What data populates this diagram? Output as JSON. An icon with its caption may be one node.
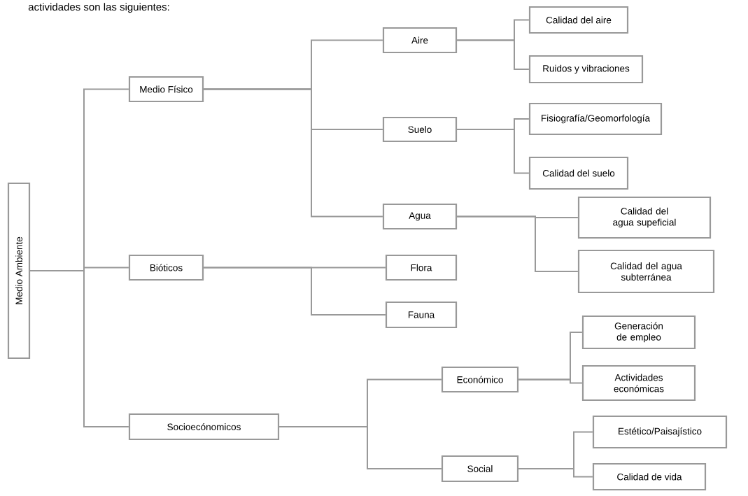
{
  "diagram": {
    "nodes": [
      {
        "text": [
          "Medio Ambiente"
        ]
      },
      {
        "text": [
          "Medio Físico"
        ]
      },
      {
        "text": [
          "Bióticos"
        ]
      },
      {
        "text": [
          "Socioecónomicos"
        ]
      },
      {
        "text": [
          "Aire"
        ]
      },
      {
        "text": [
          "Suelo"
        ]
      },
      {
        "text": [
          "Agua"
        ]
      },
      {
        "text": [
          "Flora"
        ]
      },
      {
        "text": [
          "Fauna"
        ]
      },
      {
        "text": [
          "Económico"
        ]
      },
      {
        "text": [
          "Social"
        ]
      },
      {
        "text": [
          "Calidad del aire"
        ]
      },
      {
        "text": [
          "Ruidos y vibraciones"
        ]
      },
      {
        "text": [
          "Fisiografía/Geomorfología"
        ]
      },
      {
        "text": [
          "Calidad del suelo"
        ]
      },
      {
        "text": [
          "Calidad del agua supeficial"
        ]
      },
      {
        "text": [
          "Calidad del agua subterránea"
        ]
      },
      {
        "text": [
          "Generación de empleo"
        ]
      },
      {
        "text": [
          "Actividades económicas"
        ]
      },
      {
        "text": [
          "Estético/Paisajístico"
        ]
      },
      {
        "text": [
          "Calidad de vida"
        ]
      }
    ],
    "edges": [
      {
        "from": 0,
        "to": 1,
        "arrow": "none"
      },
      {
        "from": 0,
        "to": 2,
        "arrow": "none"
      },
      {
        "from": 0,
        "to": 3,
        "arrow": "none"
      },
      {
        "from": 1,
        "to": 4,
        "arrow": "none"
      },
      {
        "from": 1,
        "to": 5,
        "arrow": "none"
      },
      {
        "from": 1,
        "to": 6,
        "arrow": "none"
      },
      {
        "from": 2,
        "to": 7,
        "arrow": "none"
      },
      {
        "from": 2,
        "to": 8,
        "arrow": "none"
      },
      {
        "from": 3,
        "to": 9,
        "arrow": "none"
      },
      {
        "from": 3,
        "to": 10,
        "arrow": "none"
      },
      {
        "from": 4,
        "to": 11,
        "arrow": "none"
      },
      {
        "from": 4,
        "to": 12,
        "arrow": "none"
      },
      {
        "from": 5,
        "to": 13,
        "arrow": "none"
      },
      {
        "from": 5,
        "to": 14,
        "arrow": "none"
      },
      {
        "from": 6,
        "to": 15,
        "arrow": "none"
      },
      {
        "from": 6,
        "to": 16,
        "arrow": "none"
      },
      {
        "from": 9,
        "to": 17,
        "arrow": "none"
      },
      {
        "from": 9,
        "to": 18,
        "arrow": "none"
      },
      {
        "from": 10,
        "to": 19,
        "arrow": "none"
      },
      {
        "from": 10,
        "to": 20,
        "arrow": "none"
      }
    ],
    "labels": [
      "actividades son las siguientes:"
    ]
  }
}
